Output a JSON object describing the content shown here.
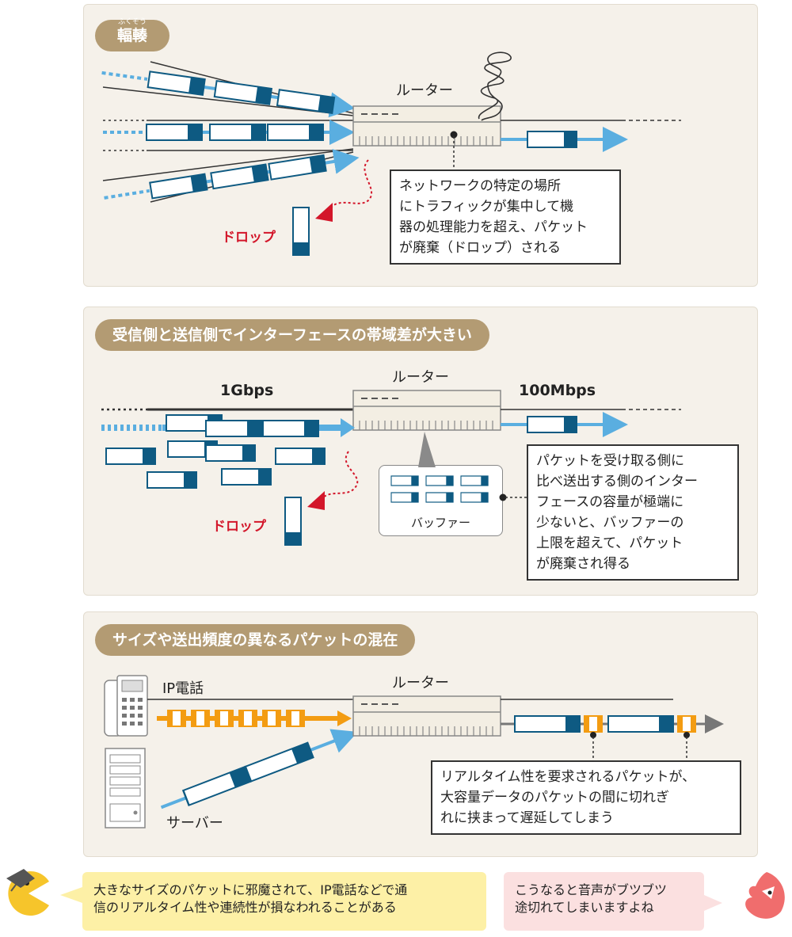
{
  "sections": [
    {
      "title": "輻輳",
      "title_ruby": "ふくそう",
      "router_label": "ルーター",
      "drop_label": "ドロップ",
      "note": "ネットワークの特定の場所\nにトラフィックが集中して機\n器の処理能力を超え、パケット\nが廃棄（ドロップ）される"
    },
    {
      "title": "受信側と送信側でインターフェースの帯域差が大きい",
      "router_label": "ルーター",
      "in_speed": "1Gbps",
      "out_speed": "100Mbps",
      "buffer_label": "バッファー",
      "drop_label": "ドロップ",
      "note": "パケットを受け取る側に\n比べ送出する側のインター\nフェースの容量が極端に\n少ないと、バッファーの\n上限を超えて、パケット\nが廃棄され得る"
    },
    {
      "title": "サイズや送出頻度の異なるパケットの混在",
      "router_label": "ルーター",
      "phone_label": "IP電話",
      "server_label": "サーバー",
      "note": "リアルタイム性を要求されるパケットが、\n大容量データのパケットの間に切れぎ\nれに挟まって遅延してしまう"
    }
  ],
  "bubbles": {
    "left": "大きなサイズのパケットに邪魔されて、IP電話などで通\n信のリアルタイム性や連続性が損なわれることがある",
    "right": "こうなると音声がブツブツ\n途切れてしまいますよね"
  },
  "colors": {
    "panel_bg": "#f5f1ea",
    "pill": "#b39b73",
    "packet": "#0e5a82",
    "arrow": "#5aaee0",
    "voice": "#f39c12",
    "drop": "#d3162a",
    "left_bubble": "#fdf0a6",
    "right_bubble": "#fbe0e0"
  },
  "icons": [
    "router-icon",
    "ip-phone-icon",
    "server-icon",
    "pacman-icon",
    "character-icon"
  ]
}
